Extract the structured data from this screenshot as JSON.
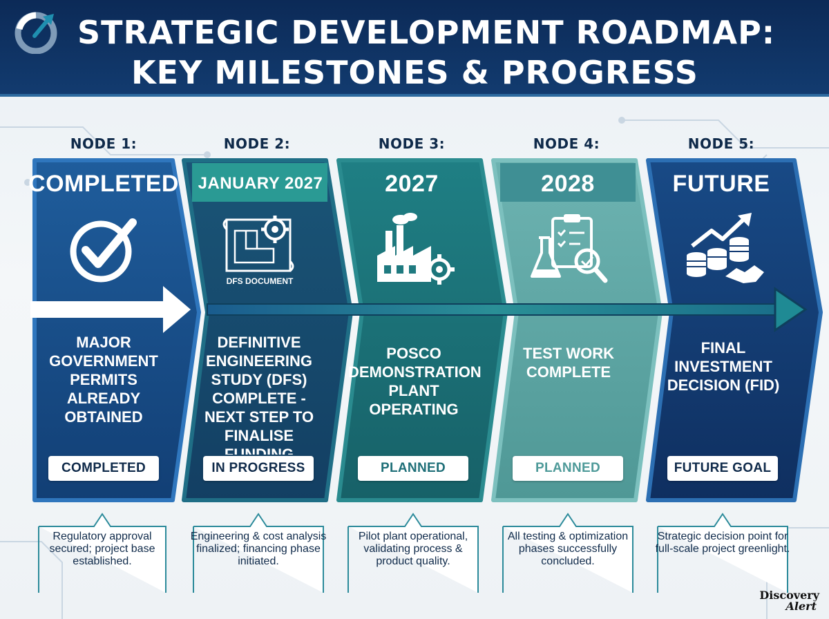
{
  "title": {
    "line1": "STRATEGIC DEVELOPMENT ROADMAP:",
    "line2": "KEY MILESTONES & PROGRESS"
  },
  "nodes": [
    {
      "label": "NODE 1:",
      "header": "COMPLETED",
      "icon": "checkmark-circle-icon",
      "description": "MAJOR GOVERNMENT PERMITS ALREADY OBTAINED",
      "status": "COMPLETED",
      "note": "Regulatory approval secured; project base established."
    },
    {
      "label": "NODE 2:",
      "header": "JANUARY 2027",
      "icon": "blueprint-gear-icon",
      "icon_caption": "DFS DOCUMENT",
      "description": "DEFINITIVE ENGINEERING STUDY (DFS) COMPLETE - NEXT STEP TO FINALISE FUNDING",
      "status": "IN PROGRESS",
      "note": "Engineering & cost analysis finalized; financing phase initiated."
    },
    {
      "label": "NODE 3:",
      "header": "2027",
      "icon": "factory-gear-icon",
      "description": "POSCO DEMONSTRATION PLANT OPERATING",
      "status": "PLANNED",
      "note": "Pilot plant operational, validating process & product quality."
    },
    {
      "label": "NODE 4:",
      "header": "2028",
      "icon": "clipboard-flask-icon",
      "description": "TEST WORK COMPLETE",
      "status": "PLANNED",
      "note": "All testing & optimization phases successfully concluded."
    },
    {
      "label": "NODE 5:",
      "header": "FUTURE",
      "icon": "growth-coins-handshake-icon",
      "description": "FINAL INVESTMENT DECISION (FID)",
      "status": "FUTURE GOAL",
      "note": "Strategic decision point for full-scale project greenlight."
    }
  ],
  "brand": {
    "line1": "Discovery",
    "line2": "Alert"
  },
  "colors": {
    "header_bg": "#0c2a57",
    "node1": "#1a4f8c",
    "node2": "#1e5678",
    "node3": "#1f7a80",
    "node4": "#5fa9a8",
    "node5": "#123a72",
    "text_dark": "#0f2a4a"
  }
}
